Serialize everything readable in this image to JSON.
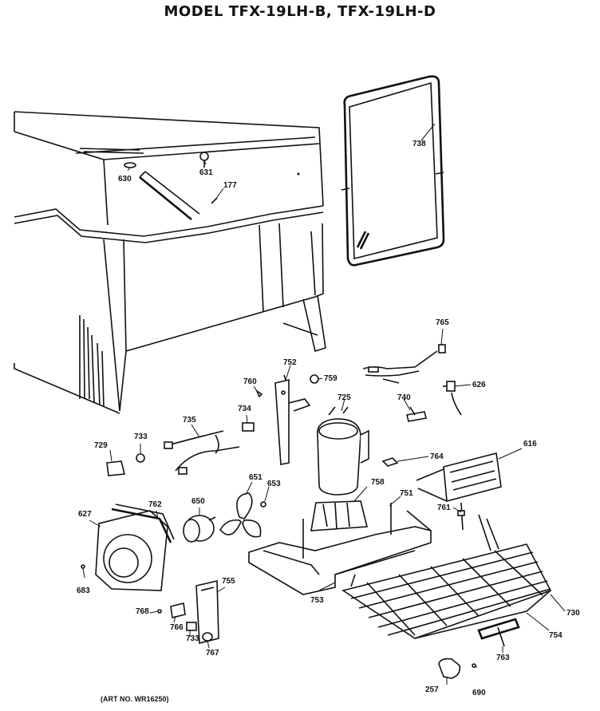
{
  "title": "MODEL TFX-19LH-B, TFX-19LH-D",
  "art_no": "(ART NO. WR16250)",
  "callouts": [
    {
      "id": "c630",
      "text": "630"
    },
    {
      "id": "c631",
      "text": "631"
    },
    {
      "id": "c177",
      "text": "177"
    },
    {
      "id": "c738",
      "text": "738"
    },
    {
      "id": "c765",
      "text": "765"
    },
    {
      "id": "c752",
      "text": "752"
    },
    {
      "id": "c760",
      "text": "760"
    },
    {
      "id": "c759",
      "text": "759"
    },
    {
      "id": "c725",
      "text": "725"
    },
    {
      "id": "c740",
      "text": "740"
    },
    {
      "id": "c626",
      "text": "626"
    },
    {
      "id": "c735",
      "text": "735"
    },
    {
      "id": "c734",
      "text": "734"
    },
    {
      "id": "c733a",
      "text": "733"
    },
    {
      "id": "c729",
      "text": "729"
    },
    {
      "id": "c764",
      "text": "764"
    },
    {
      "id": "c616",
      "text": "616"
    },
    {
      "id": "c627",
      "text": "627"
    },
    {
      "id": "c762",
      "text": "762"
    },
    {
      "id": "c650",
      "text": "650"
    },
    {
      "id": "c651",
      "text": "651"
    },
    {
      "id": "c653",
      "text": "653"
    },
    {
      "id": "c758",
      "text": "758"
    },
    {
      "id": "c751",
      "text": "751"
    },
    {
      "id": "c761",
      "text": "761"
    },
    {
      "id": "c683",
      "text": "683"
    },
    {
      "id": "c755",
      "text": "755"
    },
    {
      "id": "c753",
      "text": "753"
    },
    {
      "id": "c768",
      "text": "768"
    },
    {
      "id": "c766",
      "text": "766"
    },
    {
      "id": "c733b",
      "text": "733"
    },
    {
      "id": "c767",
      "text": "767"
    },
    {
      "id": "c730",
      "text": "730"
    },
    {
      "id": "c754",
      "text": "754"
    },
    {
      "id": "c763",
      "text": "763"
    },
    {
      "id": "c257",
      "text": "257"
    },
    {
      "id": "c690",
      "text": "690"
    }
  ]
}
